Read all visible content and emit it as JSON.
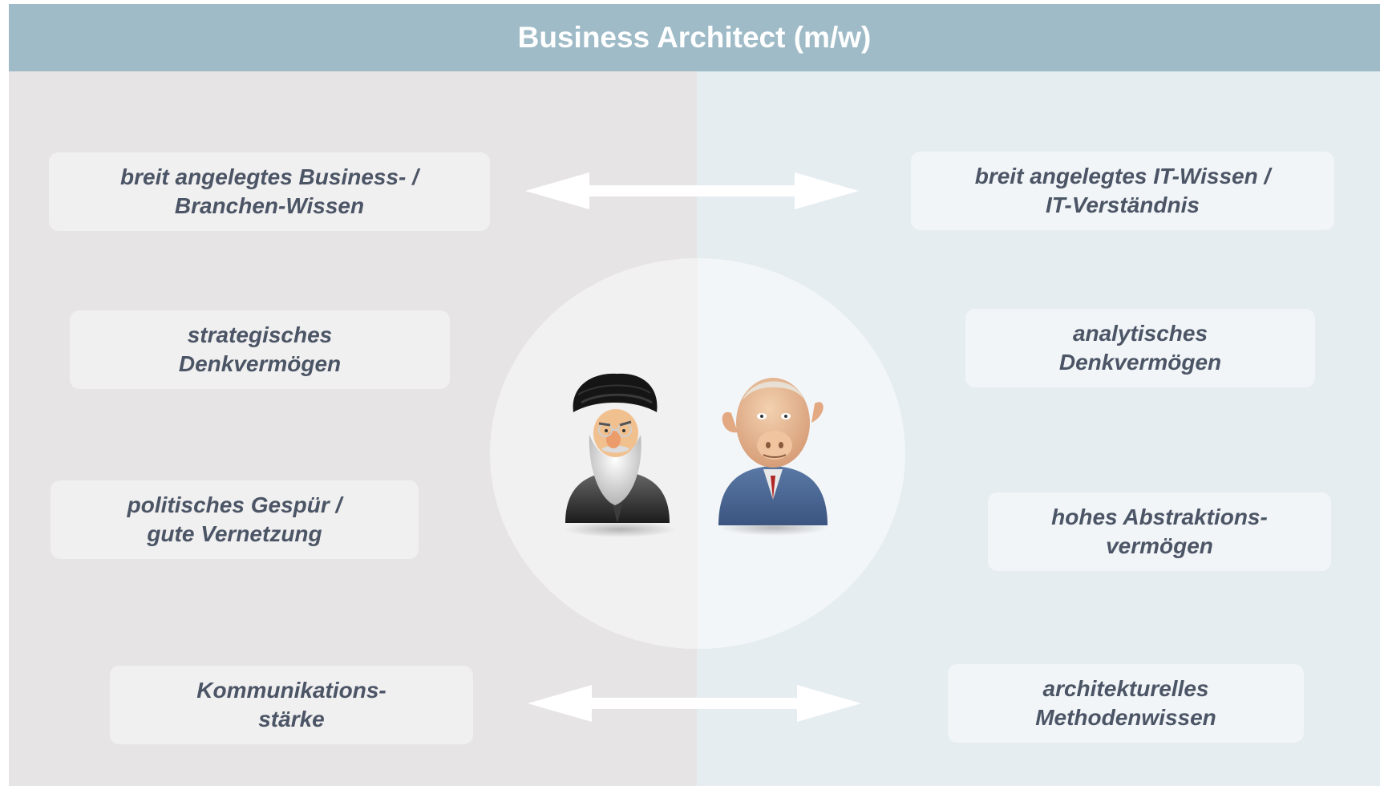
{
  "title": "Business Architect (m/w)",
  "left_skills": [
    {
      "line1": "breit angelegtes Business- /",
      "line2": "Branchen-Wissen"
    },
    {
      "line1": "strategisches",
      "line2": "Denkvermögen"
    },
    {
      "line1": "politisches Gespür /",
      "line2": "gute Vernetzung"
    },
    {
      "line1": "Kommunikations-",
      "line2": "stärke"
    }
  ],
  "right_skills": [
    {
      "line1": "breit angelegtes IT-Wissen /",
      "line2": "IT-Verständnis"
    },
    {
      "line1": "analytisches",
      "line2": "Denkvermögen"
    },
    {
      "line1": "hohes Abstraktions-",
      "line2": "vermögen"
    },
    {
      "line1": "architekturelles",
      "line2": "Methodenwissen"
    }
  ],
  "colors": {
    "header": "#9fbbc7",
    "left_panel": "#e7e4e5",
    "right_panel": "#e5edf1",
    "text": "#4b5566",
    "arrow": "#ffffff"
  },
  "icons": [
    "double-arrow-icon",
    "turbaned-bearded-man-avatar",
    "bald-man-avatar"
  ]
}
